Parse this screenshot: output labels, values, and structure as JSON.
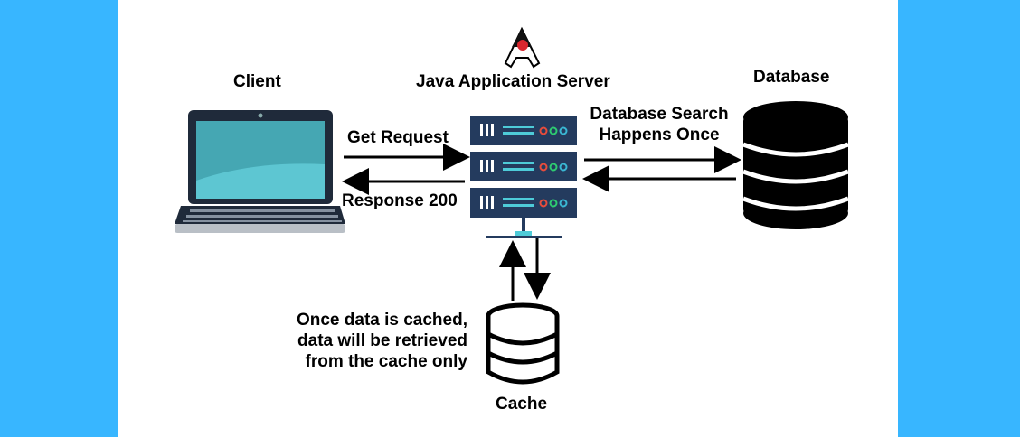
{
  "labels": {
    "client": "Client",
    "server": "Java Application Server",
    "database": "Database",
    "request": "Get Request",
    "response": "Response 200",
    "db_search_line1": "Database Search",
    "db_search_line2": "Happens Once",
    "cache_note_line1": "Once data is cached,",
    "cache_note_line2": "data will be retrieved",
    "cache_note_line3": "from the cache only",
    "cache": "Cache"
  },
  "icons": {
    "mascot": "java-duke-icon",
    "client": "laptop-icon",
    "server": "server-rack-icon",
    "database": "database-icon",
    "cache": "cache-database-icon"
  },
  "colors": {
    "side_band": "#38b6ff",
    "background": "#ffffff",
    "server_body": "#243b5e",
    "server_stripe": "#4ecbd8",
    "laptop_frame": "#1f2a3a",
    "laptop_screen": "#45a7b3",
    "led_red": "#e74c3c",
    "led_green": "#2ecc71",
    "led_teal": "#3ab8d4"
  }
}
